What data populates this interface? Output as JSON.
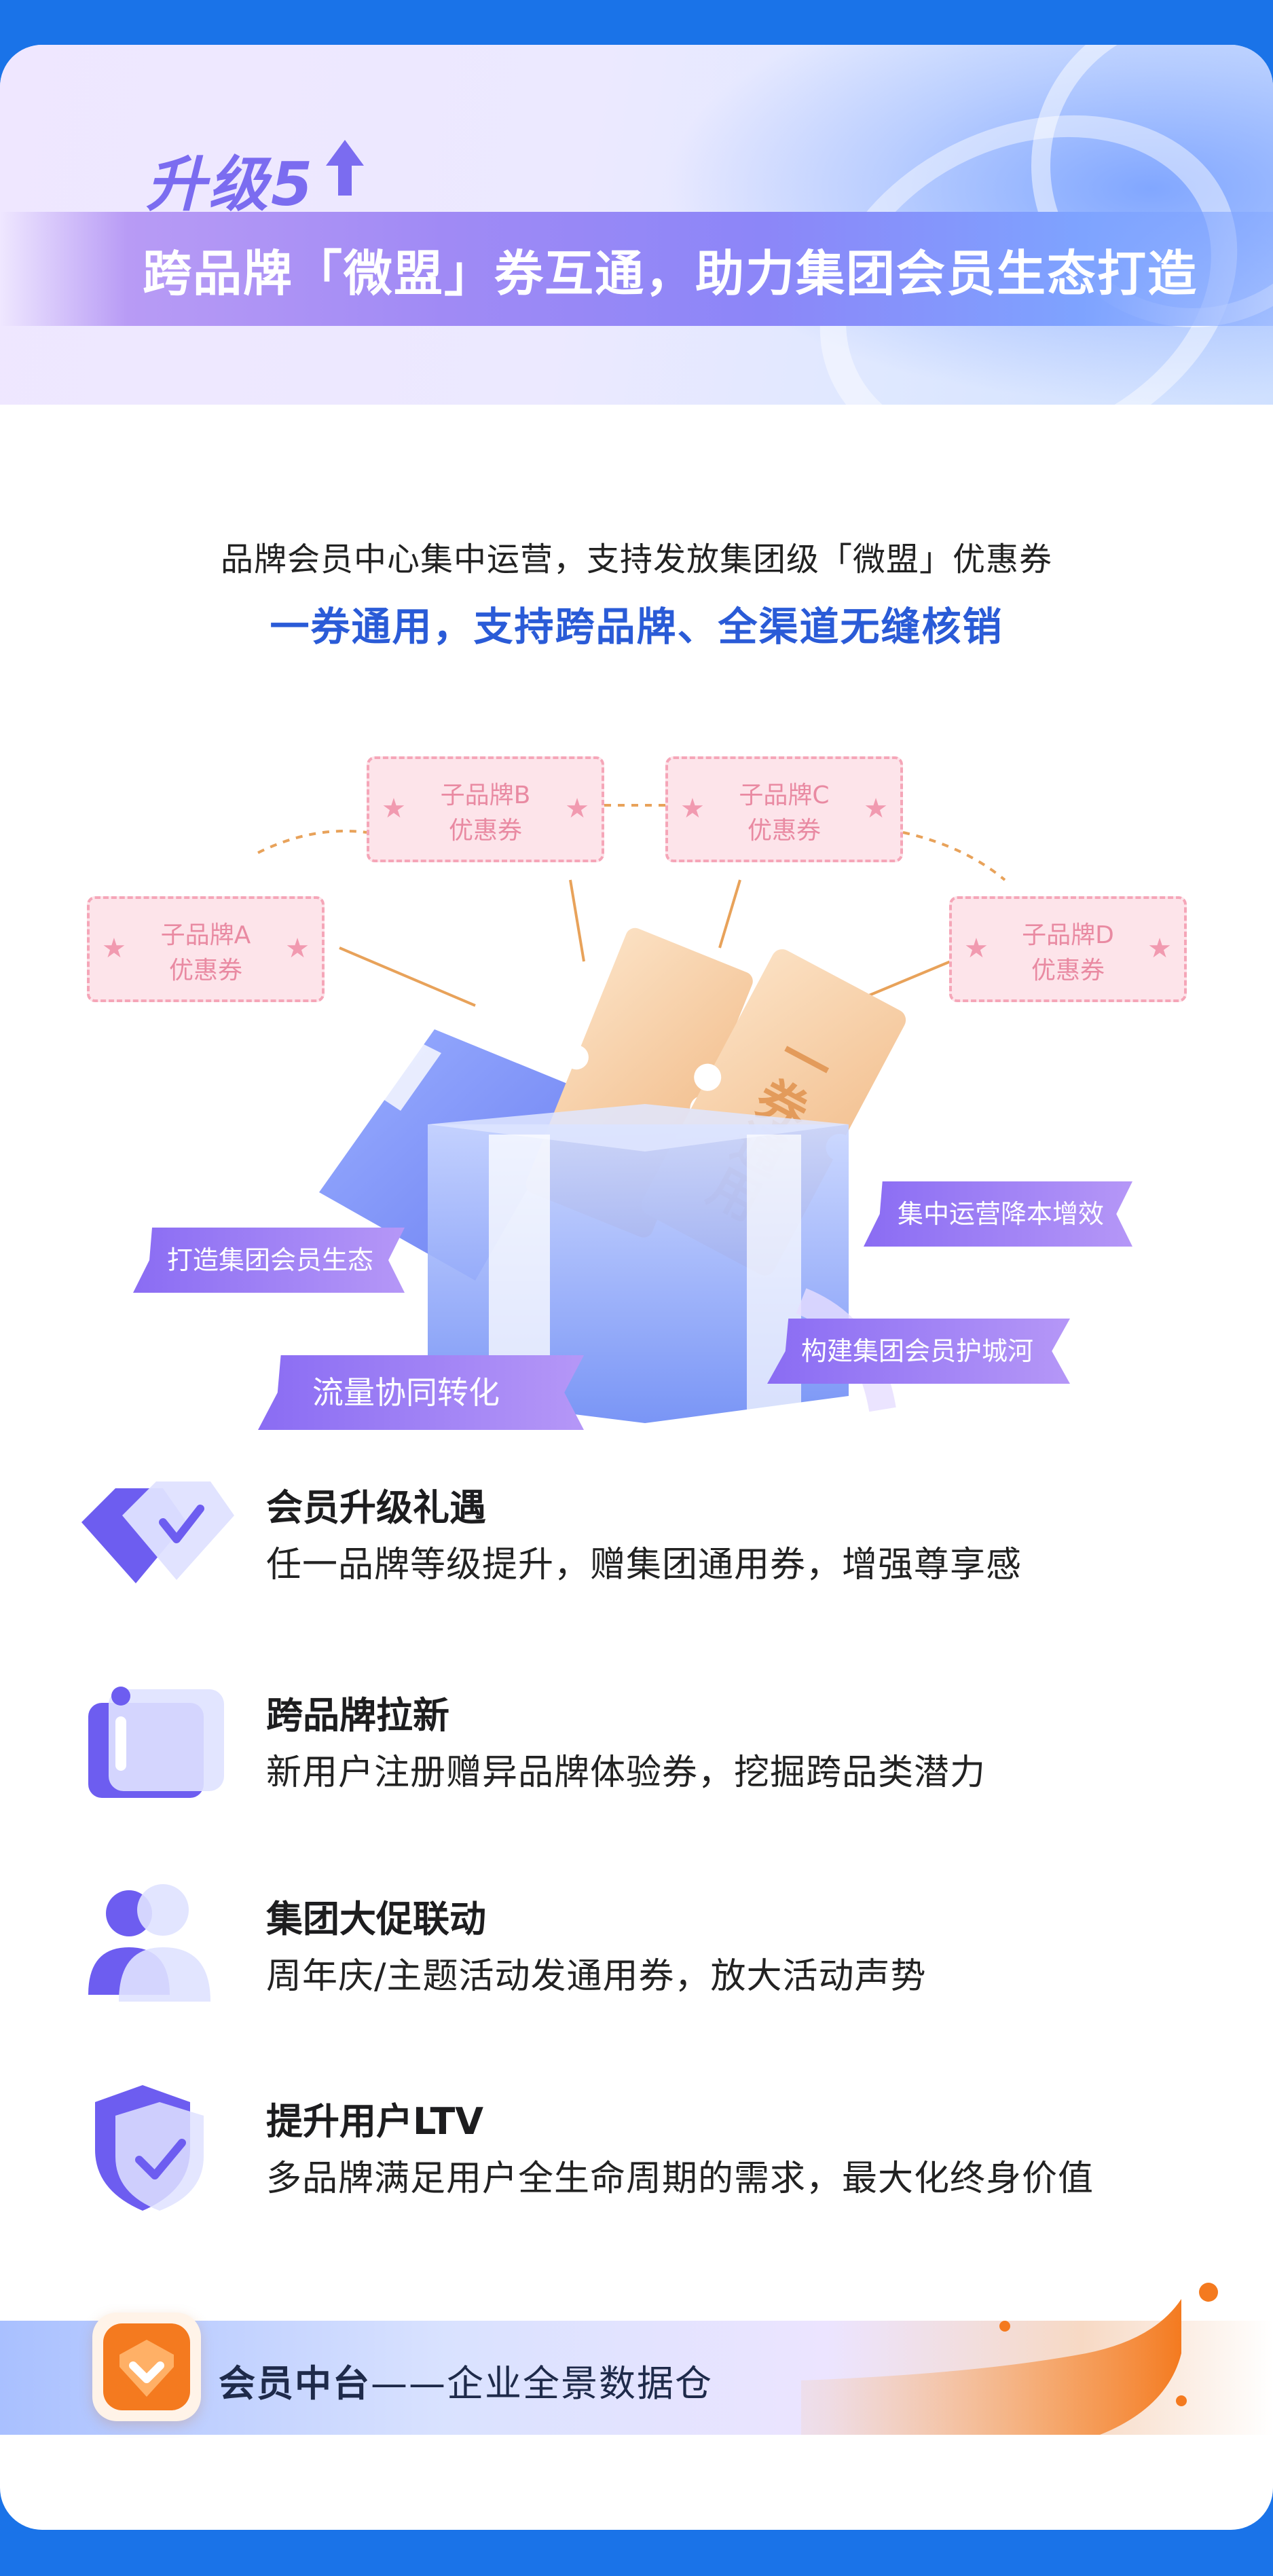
{
  "header": {
    "upgrade_label": "升级5",
    "title": "跨品牌「微盟」券互通，助力集团会员生态打造"
  },
  "intro": {
    "line1": "品牌会员中心集中运营，支持发放集团级「微盟」优惠券",
    "line2": "一券通用，支持跨品牌、全渠道无缝核销"
  },
  "illustration": {
    "coupons": [
      {
        "brand": "子品牌A",
        "type": "优惠券"
      },
      {
        "brand": "子品牌B",
        "type": "优惠券"
      },
      {
        "brand": "子品牌C",
        "type": "优惠券"
      },
      {
        "brand": "子品牌D",
        "type": "优惠券"
      }
    ],
    "ticket_text": "一券通用",
    "tags": {
      "build_ecosystem": "打造集团会员生态",
      "traffic": "流量协同转化",
      "centralized": "集中运营降本增效",
      "moat": "构建集团会员护城河"
    }
  },
  "features": [
    {
      "icon": "diamond-check-icon",
      "title": "会员升级礼遇",
      "desc": "任一品牌等级提升，赠集团通用券，增强尊享感"
    },
    {
      "icon": "folder-icon",
      "title": "跨品牌拉新",
      "desc": "新用户注册赠异品牌体验券，挖掘跨品类潜力"
    },
    {
      "icon": "users-icon",
      "title": "集团大促联动",
      "desc": "周年庆/主题活动发通用券，放大活动声势"
    },
    {
      "icon": "shield-check-icon",
      "title": "提升用户LTV",
      "desc": "多品牌满足用户全生命周期的需求，最大化终身价值"
    }
  ],
  "footer": {
    "brand": "会员中台",
    "slogan": "——企业全景数据仓"
  },
  "colors": {
    "page_bg": "#1a73e8",
    "accent_purple": "#8a6cf3",
    "accent_blue": "#2a5bd7",
    "coupon_pink": "#fde4ea",
    "ticket_orange": "#f6c99a"
  }
}
